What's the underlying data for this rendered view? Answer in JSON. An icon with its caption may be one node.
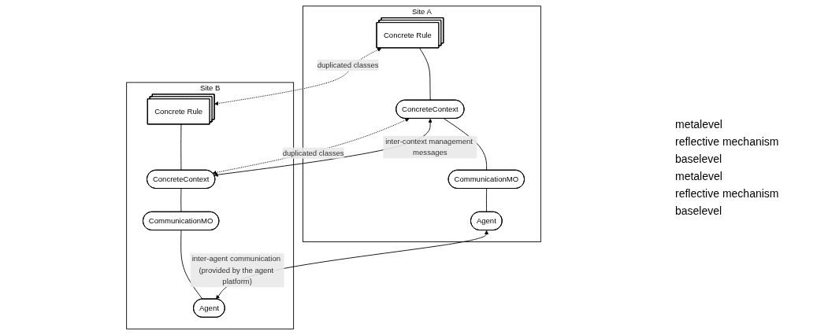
{
  "diagram": {
    "nodes": [
      {
        "text": [
          "Site A"
        ]
      },
      {
        "text": [
          "Concrete Rule"
        ],
        "in": 0
      },
      {
        "text": [
          "ConcreteContext"
        ],
        "in": 0
      },
      {
        "text": [
          "CommunicationMO"
        ],
        "in": 0
      },
      {
        "text": [
          "Agent"
        ],
        "in": 0
      },
      {
        "text": [
          "Site B"
        ]
      },
      {
        "text": [
          "Concrete Rule"
        ],
        "in": 5
      },
      {
        "text": [
          "ConcreteContext"
        ],
        "in": 5
      },
      {
        "text": [
          "CommunicationMO"
        ],
        "in": 5
      },
      {
        "text": [
          "Agent"
        ],
        "in": 5
      }
    ],
    "edges": [
      {
        "from": 1,
        "to": 6,
        "arrow": "both",
        "style": "dashed",
        "label": "duplicated classes"
      },
      {
        "from": 2,
        "to": 7,
        "arrow": "both",
        "style": "dashed",
        "label": "duplicated classes"
      },
      {
        "from": 1,
        "to": 2,
        "arrow": "none"
      },
      {
        "from": 6,
        "to": 7,
        "arrow": "none"
      },
      {
        "from": 2,
        "to": 7,
        "arrow": "both",
        "label": "inter-context management messages"
      },
      {
        "from": 2,
        "to": 3,
        "arrow": "none"
      },
      {
        "from": 7,
        "to": 8,
        "arrow": "none"
      },
      {
        "from": 3,
        "to": 4,
        "arrow": "none"
      },
      {
        "from": 8,
        "to": 9,
        "arrow": "none"
      },
      {
        "from": 4,
        "to": 9,
        "arrow": "both",
        "label": "inter-agent communication (provided by the agent platform)"
      }
    ],
    "labels": [
      "metalevel",
      "reflective mechanism",
      "baselevel",
      "metalevel",
      "reflective mechanism",
      "baselevel"
    ]
  }
}
